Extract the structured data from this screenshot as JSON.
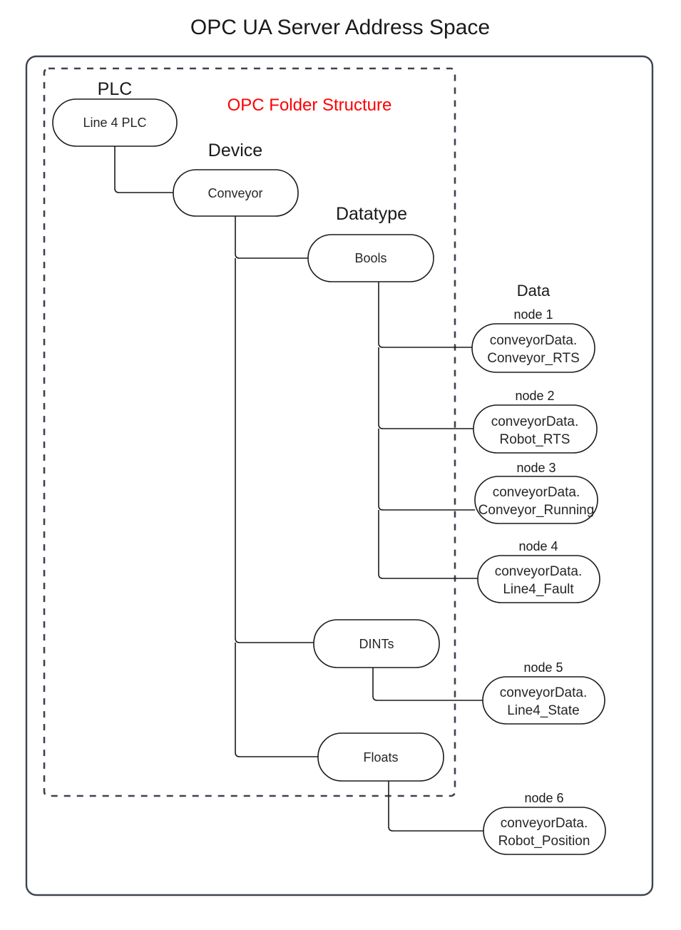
{
  "title": "OPC UA Server Address Space",
  "folder_structure_label": "OPC Folder Structure",
  "colors": {
    "accent_red": "#ff0000",
    "border": "#3d4450",
    "node_stroke": "#1a1a1a",
    "text": "#262626"
  },
  "group_labels": {
    "plc": "PLC",
    "device": "Device",
    "datatype": "Datatype",
    "data": "Data"
  },
  "nodes": {
    "plc": {
      "label": "Line 4 PLC"
    },
    "device": {
      "label": "Conveyor"
    },
    "bools": {
      "label": "Bools"
    },
    "dints": {
      "label": "DINTs"
    },
    "floats": {
      "label": "Floats"
    }
  },
  "data_nodes": [
    {
      "caption": "node 1",
      "line1": "conveyorData.",
      "line2": "Conveyor_RTS"
    },
    {
      "caption": "node 2",
      "line1": "conveyorData.",
      "line2": "Robot_RTS"
    },
    {
      "caption": "node 3",
      "line1": "conveyorData.",
      "line2": "Conveyor_Running"
    },
    {
      "caption": "node 4",
      "line1": "conveyorData.",
      "line2": "Line4_Fault"
    },
    {
      "caption": "node 5",
      "line1": "conveyorData.",
      "line2": "Line4_State"
    },
    {
      "caption": "node 6",
      "line1": "conveyorData.",
      "line2": "Robot_Position"
    }
  ]
}
